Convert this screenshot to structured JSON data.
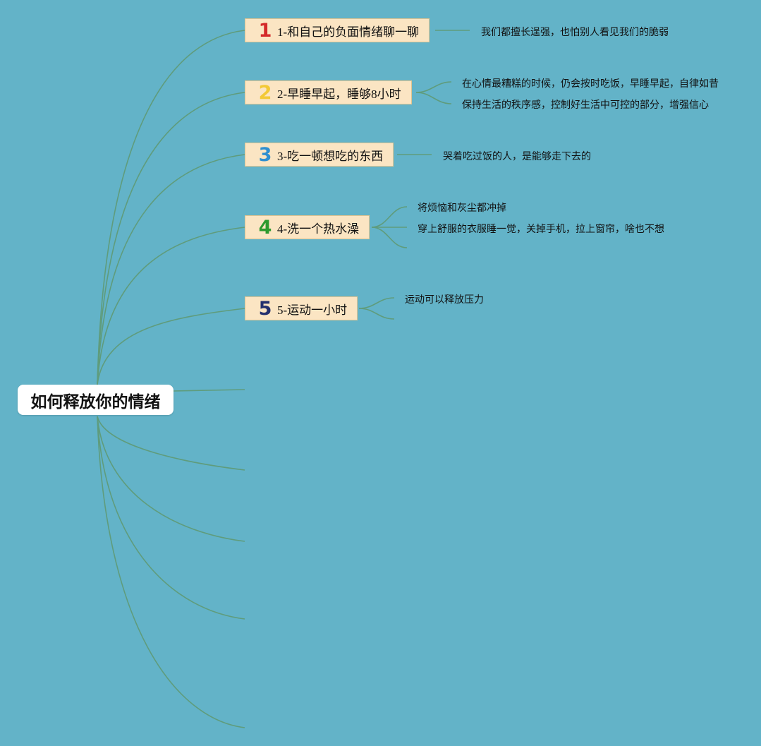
{
  "root": {
    "title": "如何释放你的情绪"
  },
  "branches": [
    {
      "num": "1",
      "label": "1-和自己的负面情绪聊一聊",
      "color": "#d42a2a",
      "notes": [
        "我们都擅长逞强，也怕别人看见我们的脆弱"
      ]
    },
    {
      "num": "2",
      "label": "2-早睡早起，睡够8小时",
      "color": "#f3c935",
      "notes": [
        "在心情最糟糕的时候，仍会按时吃饭，早睡早起，自律如昔",
        "保持生活的秩序感，控制好生活中可控的部分，增强信心"
      ]
    },
    {
      "num": "3",
      "label": "3-吃一顿想吃的东西",
      "color": "#2f8fd0",
      "notes": [
        "哭着吃过饭的人，是能够走下去的"
      ]
    },
    {
      "num": "4",
      "label": "4-洗一个热水澡",
      "color": "#2e9a2e",
      "notes": [
        "将烦恼和灰尘都冲掉",
        "穿上舒服的衣服睡一觉，关掉手机，拉上窗帘，啥也不想"
      ]
    },
    {
      "num": "5",
      "label": "5-运动一小时",
      "color": "#24306e",
      "notes": [
        "运动可以释放压力"
      ]
    }
  ],
  "colors": {
    "background": "#63b3c8",
    "line": "#5f9c7c",
    "branch_fill": "#fbe5c3"
  }
}
